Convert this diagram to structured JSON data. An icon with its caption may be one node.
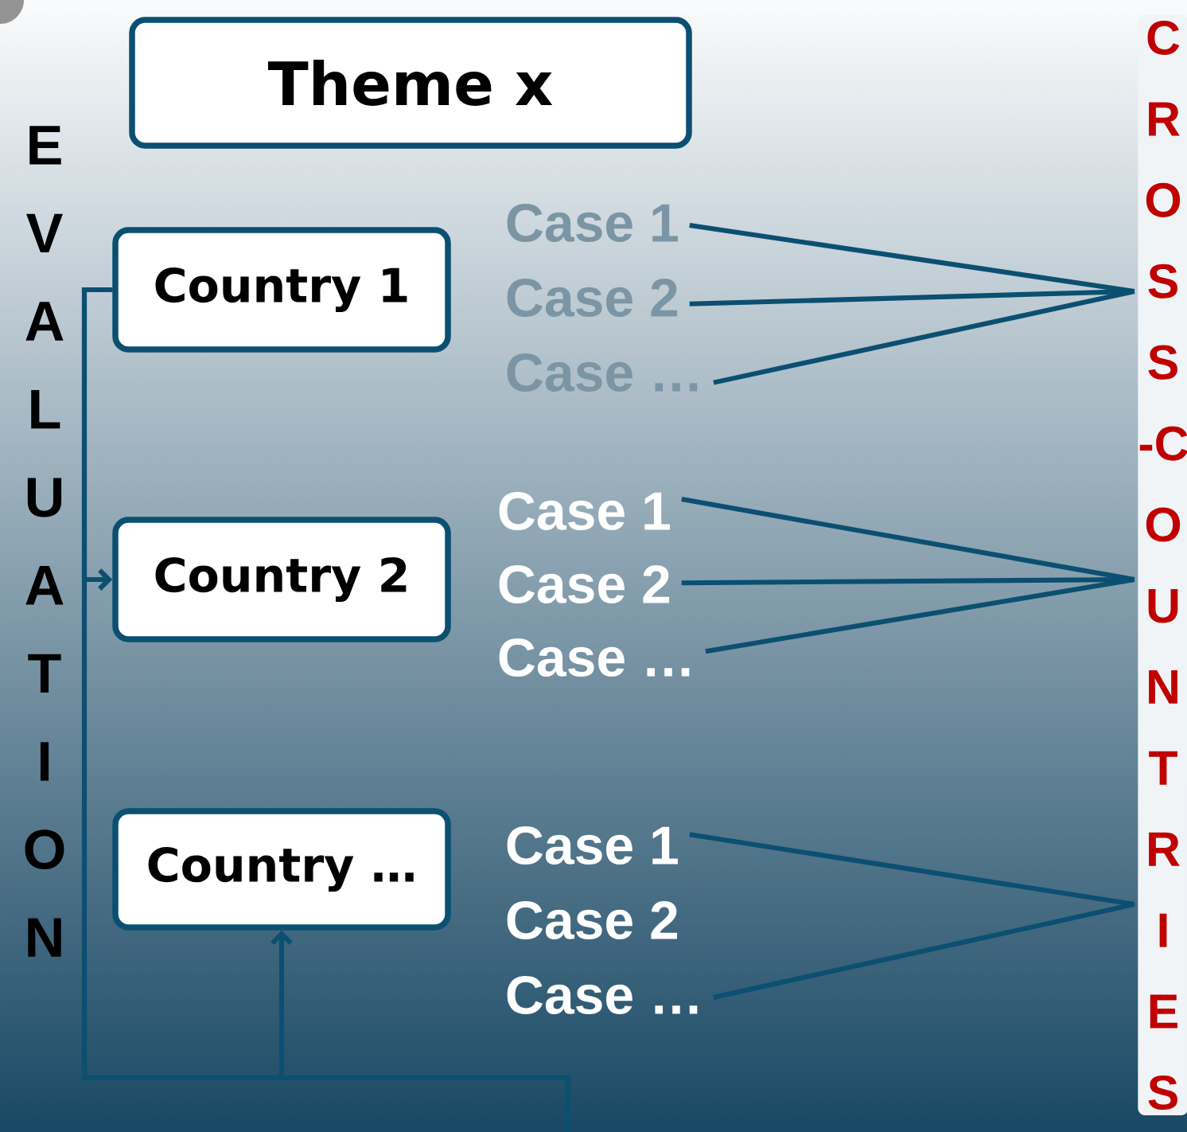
{
  "diagram": {
    "nodes": [
      {
        "text": [
          "Theme x"
        ]
      },
      {
        "text": [
          "Country 1"
        ]
      },
      {
        "text": [
          "Country 2"
        ]
      },
      {
        "text": [
          "Country …"
        ]
      },
      {
        "text": [
          "Case 1"
        ]
      },
      {
        "text": [
          "Case 2"
        ]
      },
      {
        "text": [
          "Case …"
        ]
      },
      {
        "text": [
          "Case 1"
        ]
      },
      {
        "text": [
          "Case 2"
        ]
      },
      {
        "text": [
          "Case …"
        ]
      },
      {
        "text": [
          "Case 1"
        ]
      },
      {
        "text": [
          "Case 2"
        ]
      },
      {
        "text": [
          "Case …"
        ]
      },
      {
        "text": [
          "CROSS-COUNTRIES"
        ]
      }
    ],
    "edges": [
      {
        "from": 1,
        "to": 2,
        "arrow": "to"
      },
      {
        "from": 1,
        "to": 3,
        "arrow": "to"
      },
      {
        "from": 1,
        "to": null,
        "arrow": "none"
      },
      {
        "from": 4,
        "to": 13,
        "arrow": "none"
      },
      {
        "from": 5,
        "to": 13,
        "arrow": "none"
      },
      {
        "from": 6,
        "to": 13,
        "arrow": "none"
      },
      {
        "from": 7,
        "to": 13,
        "arrow": "none"
      },
      {
        "from": 8,
        "to": 13,
        "arrow": "none"
      },
      {
        "from": 9,
        "to": 13,
        "arrow": "none"
      },
      {
        "from": 10,
        "to": 13,
        "arrow": "none"
      },
      {
        "from": 12,
        "to": 13,
        "arrow": "none"
      }
    ],
    "labels": [
      "EVALUATION"
    ]
  }
}
